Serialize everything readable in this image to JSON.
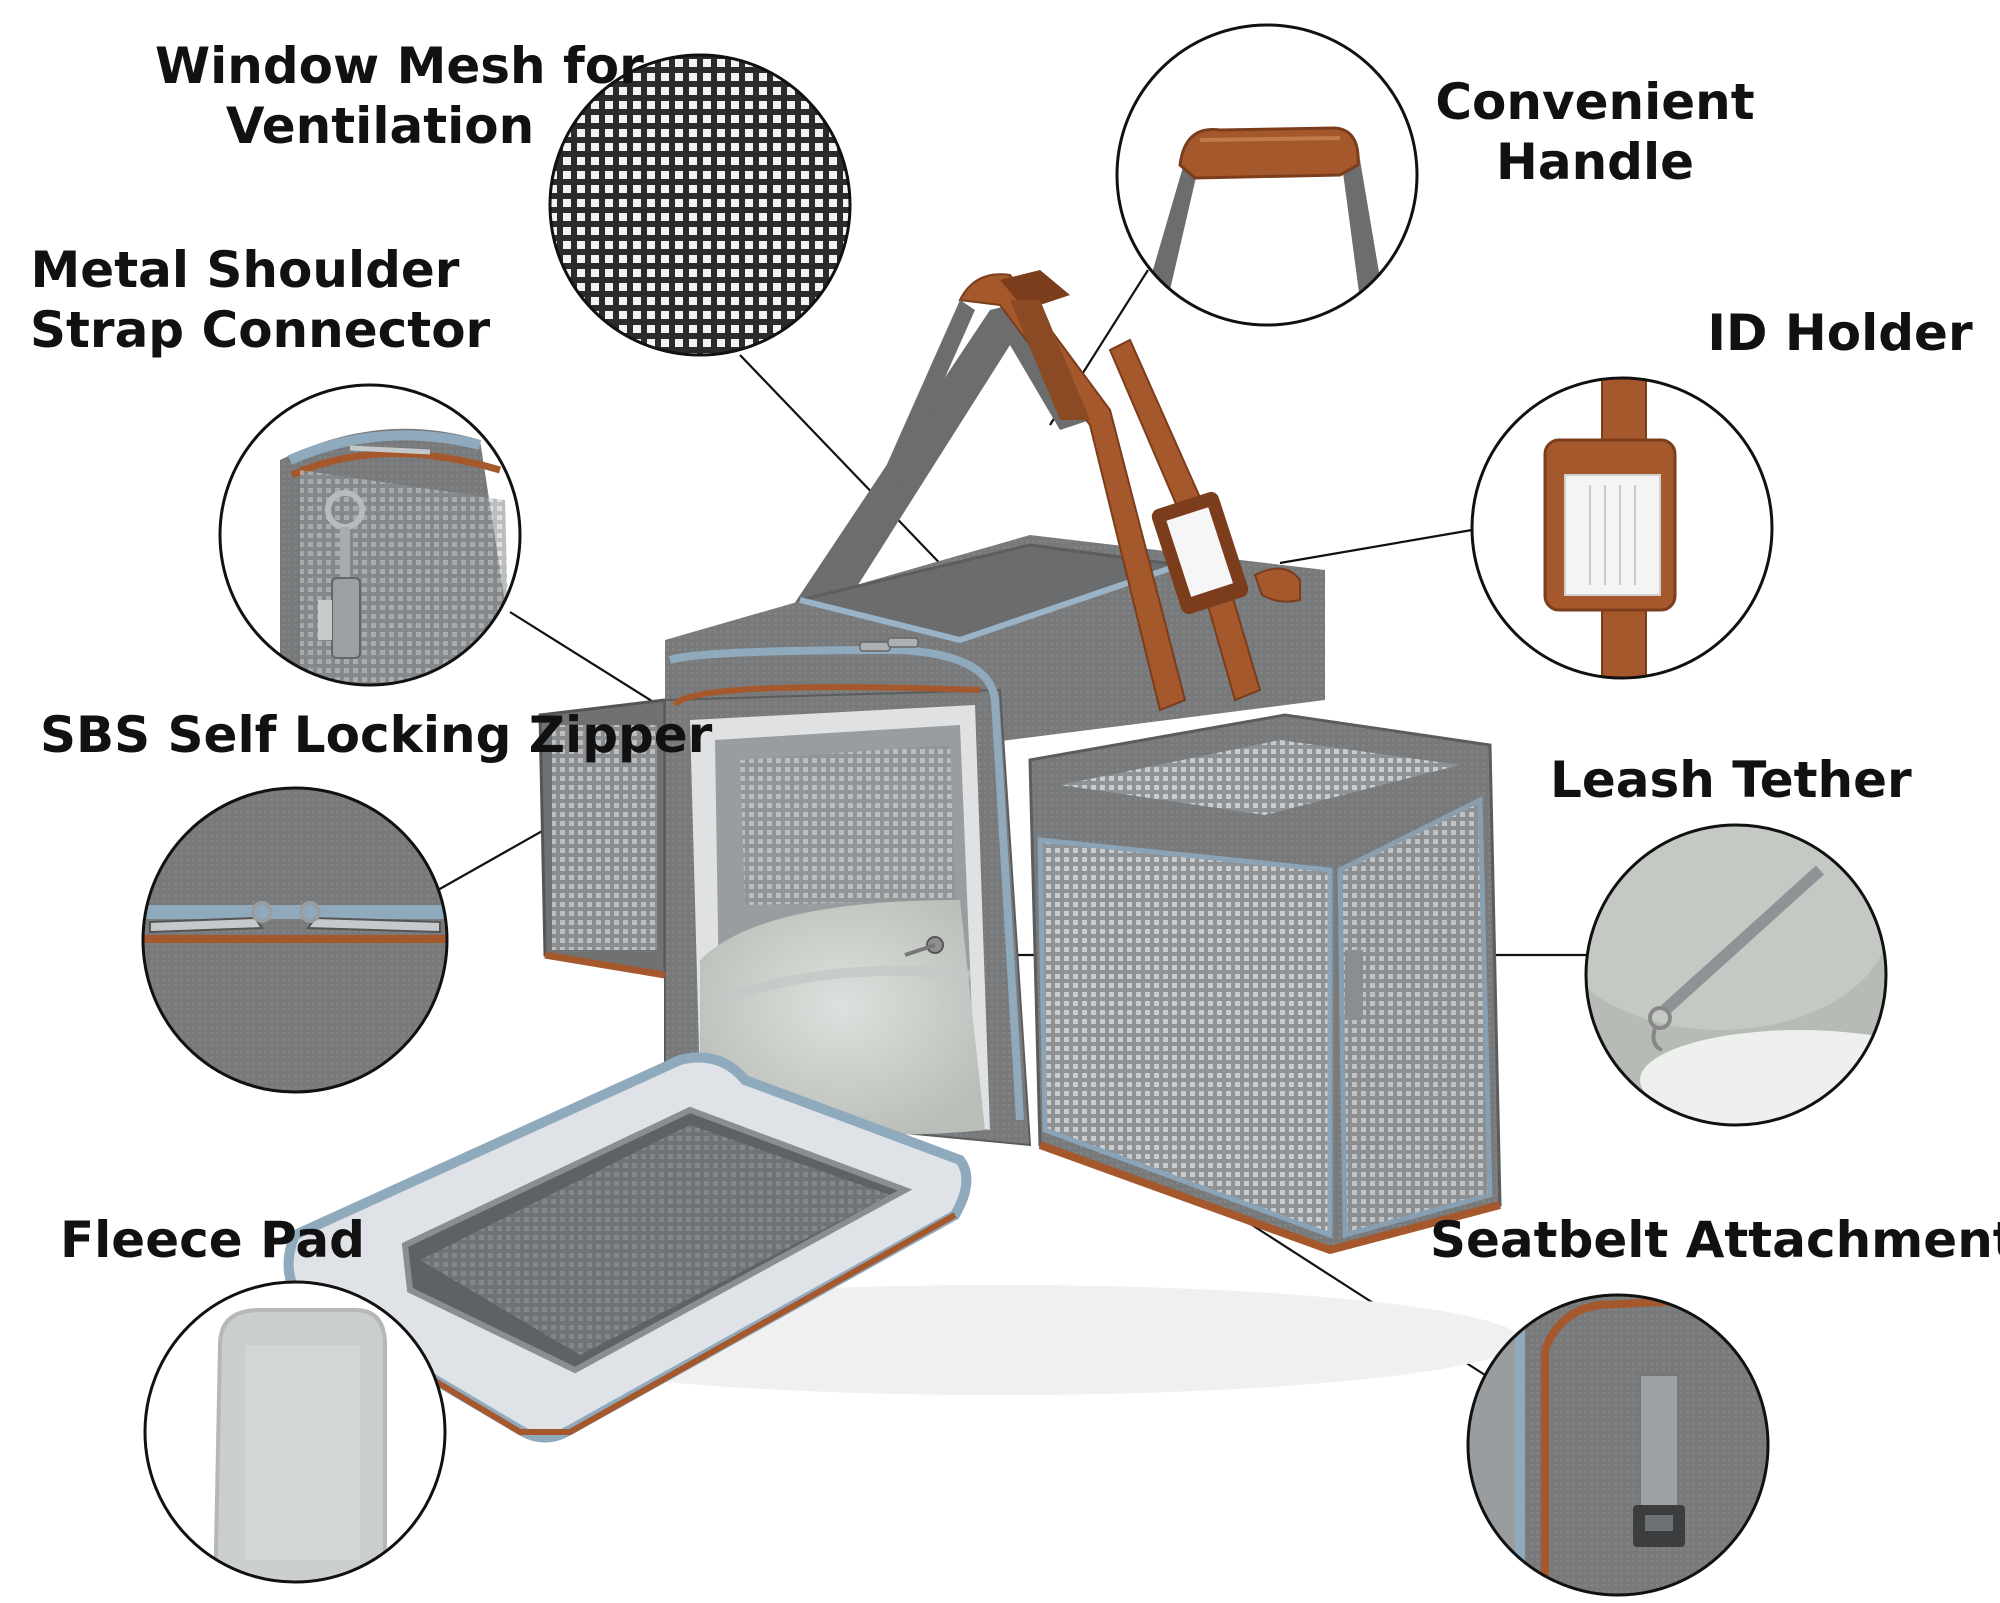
{
  "colors": {
    "fabric": "#77797a",
    "fabric_dark": "#5c5e5f",
    "fabric_light": "#8d8f90",
    "leather": "#a5582c",
    "leather_dark": "#7b3d1c",
    "piping_blue": "#8fa9bd",
    "mesh": "#9ea2a4",
    "fleece": "#cfd3cf",
    "lining": "#dcdfe2",
    "line": "#111111"
  },
  "callouts": {
    "window_mesh": {
      "line1": "Window Mesh for",
      "line2": "Ventilation",
      "icon": "mesh-detail"
    },
    "handle": {
      "line1": "Convenient",
      "line2": "Handle",
      "icon": "handle-detail"
    },
    "shoulder_strap": {
      "line1": "Metal Shoulder",
      "line2": "Strap Connector",
      "icon": "clip-detail"
    },
    "id_holder": {
      "line1": "ID Holder",
      "icon": "tag-detail"
    },
    "zipper": {
      "line1": "SBS Self Locking Zipper",
      "icon": "zipper-detail"
    },
    "leash": {
      "line1": "Leash Tether",
      "icon": "leash-detail"
    },
    "fleece": {
      "line1": "Fleece Pad",
      "icon": "fleece-detail"
    },
    "seatbelt": {
      "line1": "Seatbelt Attachment",
      "icon": "buckle-detail"
    }
  }
}
